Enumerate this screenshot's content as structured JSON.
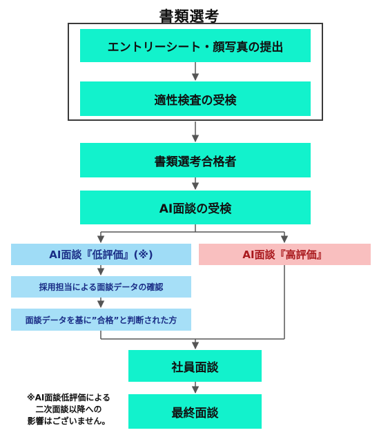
{
  "title": "書類選考",
  "steps": {
    "entry": "エントリーシート・顔写真の提出",
    "aptitude": "適性検査の受検",
    "pass": "書類選考合格者",
    "ai_interview": "AI面談の受検",
    "employee_interview": "社員面談",
    "final_interview": "最終面談"
  },
  "branches": {
    "low": {
      "header": "AI面談『低評価』(※)",
      "steps": [
        "採用担当による面談データの確認",
        "面談データを基に”合格”と判断された方"
      ]
    },
    "high": {
      "header": "AI面談『高評価』"
    }
  },
  "note": [
    "※AI面談低評価による",
    "二次面談以降への",
    "影響はございません。"
  ],
  "colors": {
    "step_fill": "#12f2cc",
    "low_fill": "#9fdcf6",
    "low_text": "#1a2d86",
    "high_fill": "#f9bfbf",
    "high_text": "#a8181c",
    "connector": "#555555"
  }
}
